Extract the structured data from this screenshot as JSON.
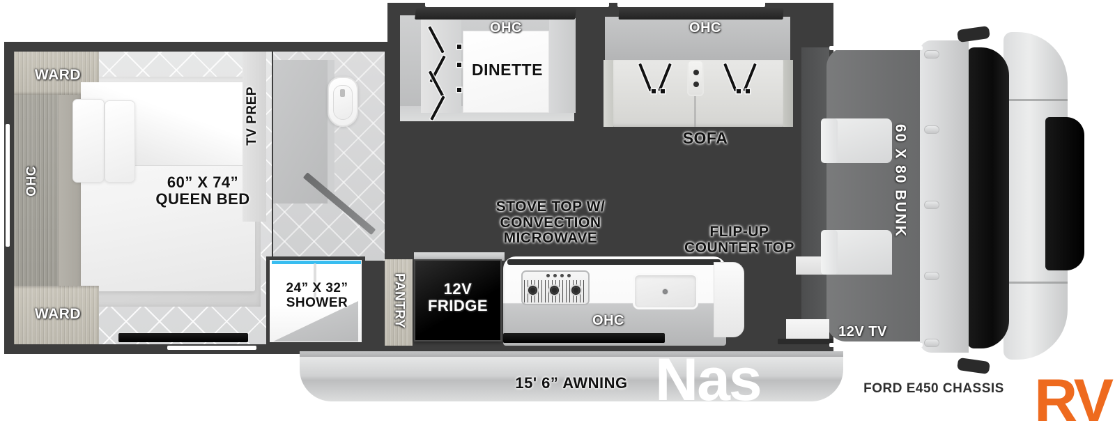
{
  "diagram": {
    "type": "rv-floorplan",
    "chassis_note": "FORD E450 CHASSIS",
    "awning_label": "15' 6\" AWNING",
    "watermark": {
      "text": "Nas",
      "brand": "RV",
      "brand_color": "#ee6a1e"
    }
  },
  "labels": {
    "ward_top": "WARD",
    "ward_bottom": "WARD",
    "ohc_bedroom_left": "OHC",
    "queen_bed": "60” X 74”\nQUEEN BED",
    "tv_prep": "TV PREP",
    "shower": "24” X 32”\nSHOWER",
    "pantry": "PANTRY",
    "fridge": "12V\nFRIDGE",
    "ohc_dinette": "OHC",
    "dinette": "DINETTE",
    "ohc_sofa": "OHC",
    "sofa": "SOFA",
    "stove": "STOVE TOP W/\nCONVECTION\nMICROWAVE",
    "flip_up_counter": "FLIP-UP\nCOUNTER TOP",
    "ohc_galley": "OHC",
    "bunk": "60 X 80 BUNK",
    "tv_12v": "12V TV",
    "awning": "15' 6” AWNING",
    "chassis": "FORD E450 CHASSIS"
  },
  "colors": {
    "wall": "#3d3d3d",
    "floor": "#dedede",
    "wood": "#a9a79f",
    "accent_shower_bar": "#38bdf0",
    "brand_orange": "#ee6a1e",
    "fridge": "#000000"
  }
}
